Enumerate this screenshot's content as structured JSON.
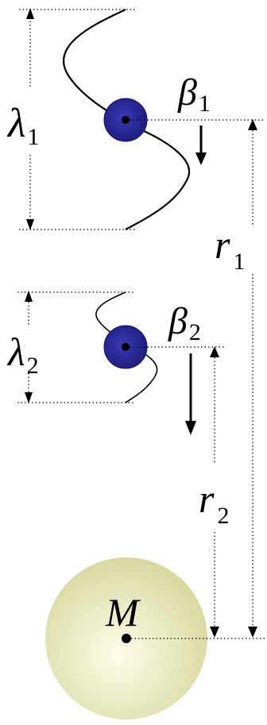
{
  "labels": {
    "lambda1": "λ",
    "lambda1_sub": "1",
    "beta1": "β",
    "beta1_sub": "1",
    "r1": "r",
    "r1_sub": "1",
    "lambda2": "λ",
    "lambda2_sub": "2",
    "beta2": "β",
    "beta2_sub": "2",
    "r2": "r",
    "r2_sub": "2",
    "mass": "M"
  },
  "colors": {
    "particle_fill": "#2f2f9e",
    "particle_edge": "#15156a",
    "mass_center": "#fbfbe2",
    "mass_edge": "#d8d8a0"
  }
}
